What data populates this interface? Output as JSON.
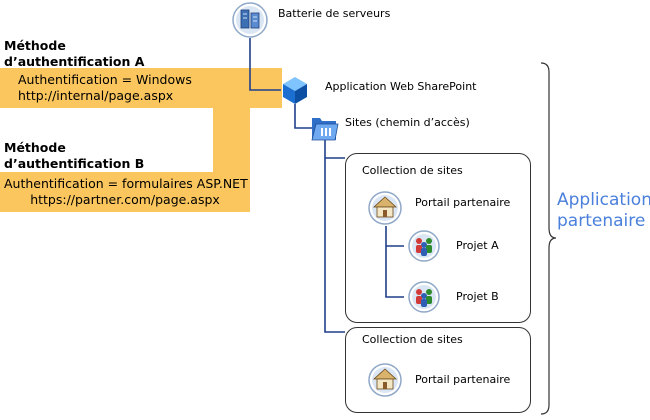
{
  "server_farm": {
    "label": "Batterie de serveurs"
  },
  "web_app": {
    "label": "Application Web SharePoint"
  },
  "sites": {
    "label": "Sites (chemin d’accès)"
  },
  "auth_a": {
    "heading_line1": "Méthode",
    "heading_line2": "d’authentification A",
    "line1": "Authentification = Windows",
    "line2": "http://internal/page.aspx"
  },
  "auth_b": {
    "heading_line1": "Méthode",
    "heading_line2": "d’authentification B",
    "line1": "Authentification = formulaires ASP.NET",
    "line2": "https://partner.com/page.aspx"
  },
  "collection1": {
    "title": "Collection de sites",
    "portal": "Portail partenaire",
    "projects": [
      "Projet A",
      "Projet B"
    ]
  },
  "collection2": {
    "title": "Collection de sites",
    "portal": "Portail partenaire"
  },
  "partner_app": {
    "line1": "Application",
    "line2": "partenaire"
  },
  "colors": {
    "connector": "#1f3f8c",
    "band": "#fbc65e",
    "accent": "#4a7fdc"
  },
  "icons": {
    "server_farm": "server-farm-icon",
    "web_app": "cube-icon",
    "sites": "folder-icon",
    "portal": "house-icon",
    "project": "people-icon"
  }
}
